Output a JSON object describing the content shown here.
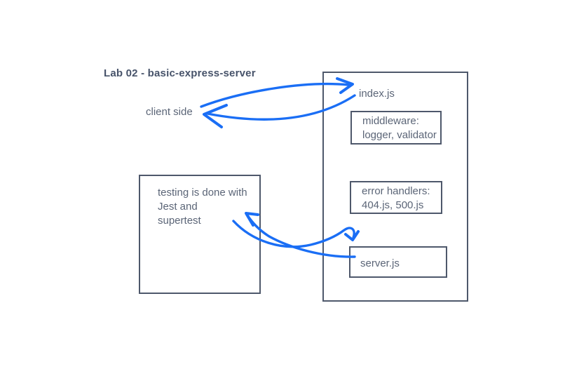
{
  "colors": {
    "background": "#ffffff",
    "arrow_blue": "#1a6ef5",
    "box_border": "#4e586b",
    "text_gray": "#5b6577",
    "title_slate": "#47536a"
  },
  "diagram": {
    "title": "Lab 02 - basic-express-server",
    "client_label": "client side",
    "server_container": {
      "index_label": "index.js",
      "middleware_box": {
        "line1": "middleware:",
        "line2": "logger, validator"
      },
      "error_box": {
        "line1": "error handlers:",
        "line2": "404.js, 500.js"
      },
      "server_box": {
        "label": "server.js"
      }
    },
    "testing_box": {
      "line1": "testing is done with",
      "line2": "Jest and",
      "line3": "supertest"
    }
  }
}
